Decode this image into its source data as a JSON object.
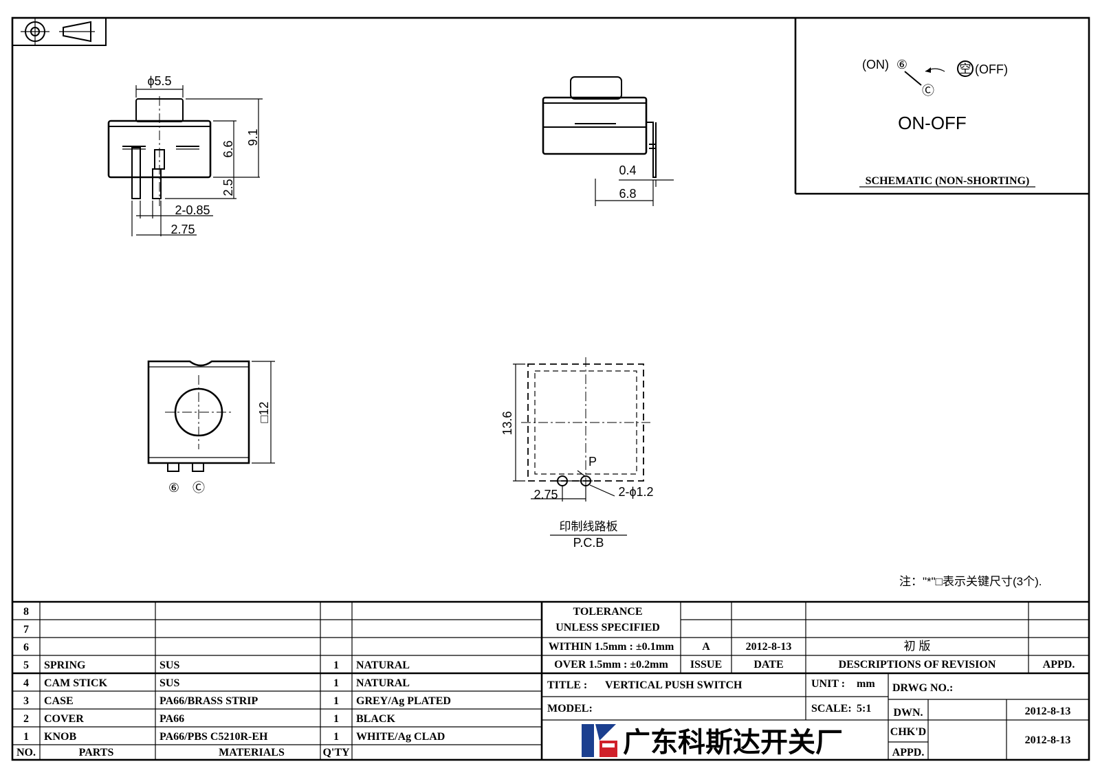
{
  "views": {
    "front": {
      "dims": {
        "d_knob": "ϕ5.5",
        "h_body": "6.6",
        "h_total": "9.1",
        "h_pin": "2.5",
        "pin_w": "2-0.85",
        "pin_pitch": "2.75"
      }
    },
    "side": {
      "dims": {
        "pin_t": "0.4",
        "depth": "6.8"
      }
    },
    "top": {
      "dims": {
        "square": "□12"
      },
      "terminals": [
        "⑥",
        "Ⓒ"
      ]
    },
    "pcb": {
      "dims": {
        "outline": "13.6",
        "pitch": "2.75",
        "holes": "2-ϕ1.2"
      },
      "point_label": "P",
      "caption_cn": "印制线路板",
      "caption_en": "P.C.B"
    }
  },
  "schematic": {
    "on_label": "(ON)",
    "on_terminal": "⑥",
    "common_terminal": "Ⓒ",
    "off_terminal": "空",
    "off_label": "(OFF)",
    "mode": "ON-OFF",
    "caption": "SCHEMATIC (NON-SHORTING)"
  },
  "note": "注：\"*\"□表示关键尺寸(3个).",
  "bom": {
    "rows": [
      {
        "no": "8",
        "part": "",
        "material": "",
        "qty": "",
        "finish": ""
      },
      {
        "no": "7",
        "part": "",
        "material": "",
        "qty": "",
        "finish": ""
      },
      {
        "no": "6",
        "part": "",
        "material": "",
        "qty": "",
        "finish": ""
      },
      {
        "no": "5",
        "part": "SPRING",
        "material": "SUS",
        "qty": "1",
        "finish": "NATURAL"
      },
      {
        "no": "4",
        "part": "CAM STICK",
        "material": "SUS",
        "qty": "1",
        "finish": "NATURAL"
      },
      {
        "no": "3",
        "part": "CASE",
        "material": "PA66/BRASS STRIP",
        "qty": "1",
        "finish": "GREY/Ag PLATED"
      },
      {
        "no": "2",
        "part": "COVER",
        "material": "PA66",
        "qty": "1",
        "finish": "BLACK"
      },
      {
        "no": "1",
        "part": "KNOB",
        "material": "PA66/PBS C5210R-EH",
        "qty": "1",
        "finish": "WHITE/Ag CLAD"
      }
    ],
    "headers": {
      "no": "NO.",
      "parts": "PARTS",
      "materials": "MATERIALS",
      "qty": "Q'TY"
    }
  },
  "title_block": {
    "tolerance_title": "TOLERANCE",
    "tolerance_sub": "UNLESS  SPECIFIED",
    "tol_1": "WITHIN 1.5mm : ±0.1mm",
    "tol_2": "OVER 1.5mm : ±0.2mm",
    "issue_value": "A",
    "date_value": "2012-8-13",
    "revision_value": "初  版",
    "h_issue": "ISSUE",
    "h_date": "DATE",
    "h_desc": "DESCRIPTIONS OF REVISION",
    "h_appd": "APPD.",
    "title_label": "TITLE :",
    "title_value": "VERTICAL PUSH SWITCH",
    "unit_label": "UNIT :",
    "unit_value": "mm",
    "drwg_label": "DRWG NO.:",
    "model_label": "MODEL:",
    "scale_label": "SCALE:",
    "scale_value": "5:1",
    "dwn_label": "DWN.",
    "dwn_date": "2012-8-13",
    "chkd_label": "CHK'D",
    "chkd_date": "2012-8-13",
    "appd_label": "APPD.",
    "company": "广东科斯达开关厂"
  },
  "colors": {
    "logo_blue": "#1b3f8f",
    "logo_red": "#d0202a",
    "ink": "#000000"
  }
}
